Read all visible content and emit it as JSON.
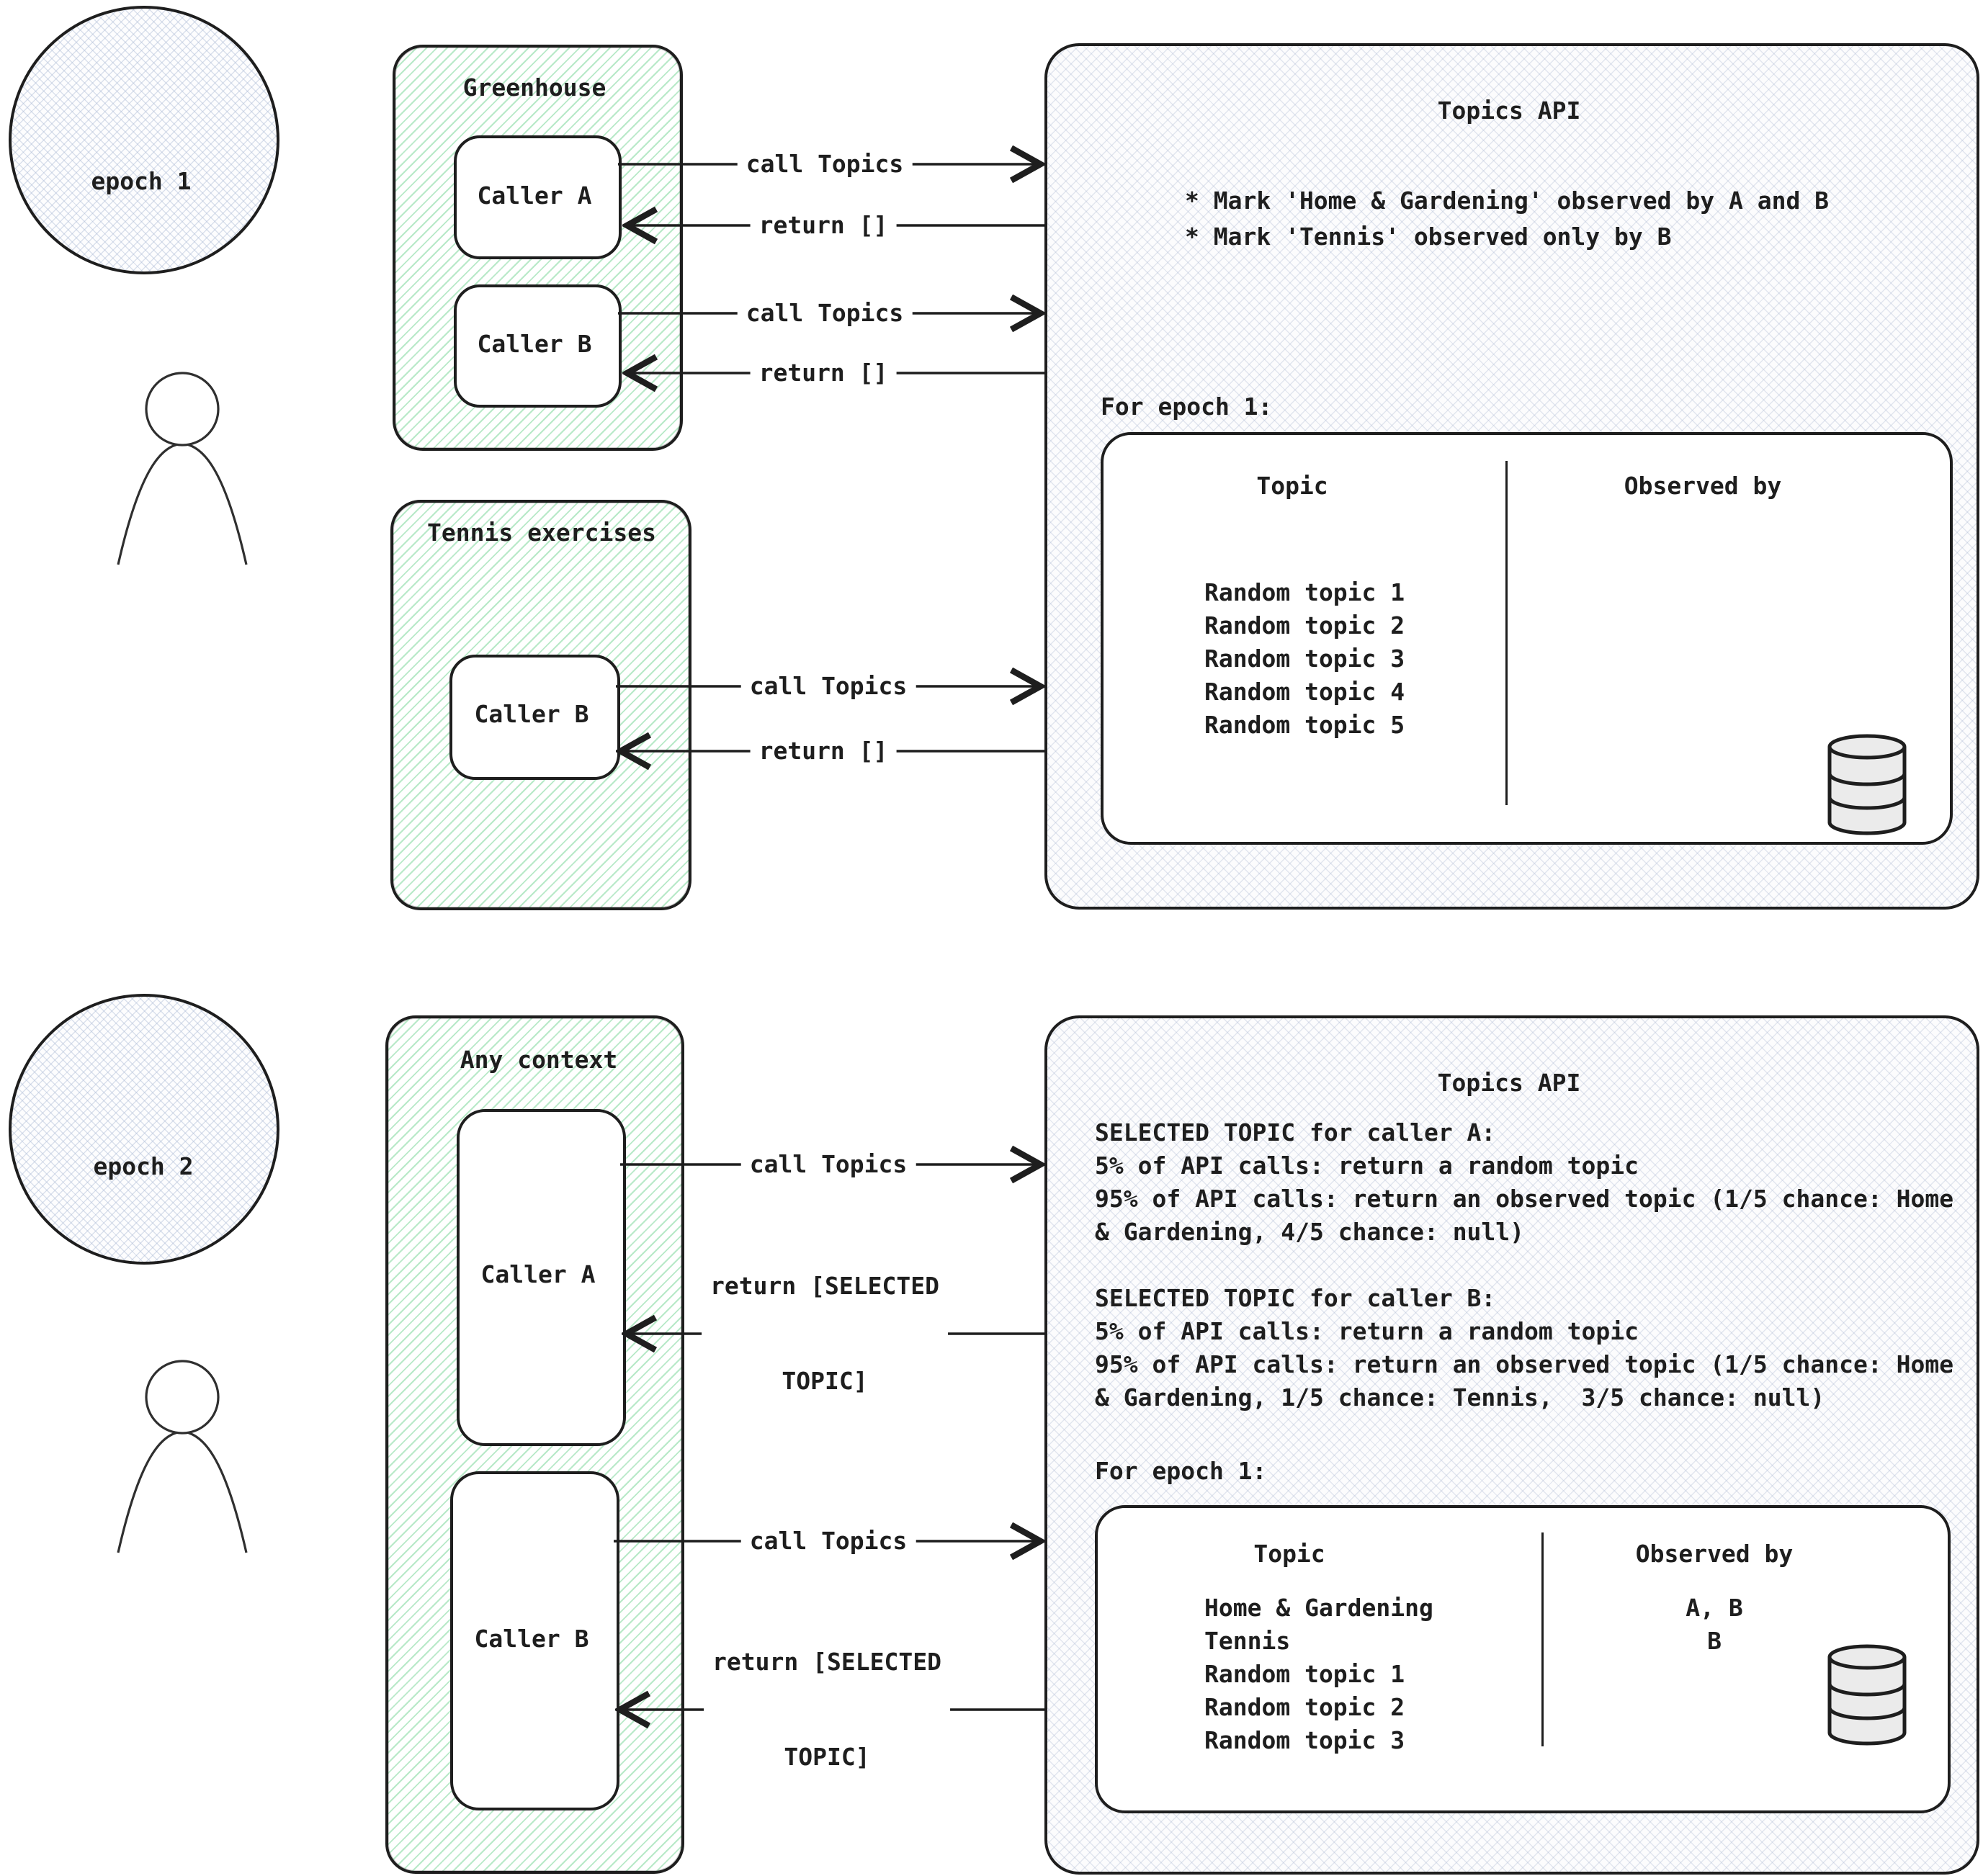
{
  "colors": {
    "stroke": "#1e1e1e",
    "green_hatch": "#7ed79b",
    "gray_hatch": "#b0bcd4",
    "db_fill": "#ebebeb"
  },
  "epoch1": {
    "badge": "epoch 1",
    "greenhouse": {
      "title": "Greenhouse",
      "callers": [
        "Caller A",
        "Caller B"
      ]
    },
    "tennis": {
      "title": "Tennis exercises",
      "caller": "Caller B"
    },
    "flows": {
      "call": "call Topics",
      "return_empty": "return []"
    },
    "api": {
      "title": "Topics API",
      "notes": [
        "* Mark 'Home & Gardening' observed by A and B",
        "* Mark 'Tennis' observed only by B"
      ],
      "epoch_heading": "For epoch 1:",
      "table": {
        "headers": [
          "Topic",
          "Observed by"
        ],
        "rows": [
          {
            "topic": "Random topic 1",
            "observed_by": ""
          },
          {
            "topic": "Random topic 2",
            "observed_by": ""
          },
          {
            "topic": "Random topic 3",
            "observed_by": ""
          },
          {
            "topic": "Random topic 4",
            "observed_by": ""
          },
          {
            "topic": "Random topic 5",
            "observed_by": ""
          }
        ]
      }
    }
  },
  "epoch2": {
    "badge": "epoch 2",
    "any_context": {
      "title": "Any context",
      "callers": [
        "Caller A",
        "Caller B"
      ]
    },
    "flows": {
      "call": "call Topics",
      "return_selected_line1": "return [SELECTED",
      "return_selected_line2": "TOPIC]"
    },
    "api": {
      "title": "Topics API",
      "selection_rules": [
        "SELECTED TOPIC for caller A:",
        "5% of API calls: return a random topic",
        "95% of API calls: return an observed topic (1/5 chance: Home",
        "& Gardening, 4/5 chance: null)",
        "",
        "SELECTED TOPIC for caller B:",
        "5% of API calls: return a random topic",
        "95% of API calls: return an observed topic (1/5 chance: Home",
        "& Gardening, 1/5 chance: Tennis,  3/5 chance: null)"
      ],
      "epoch_heading": "For epoch 1:",
      "table": {
        "headers": [
          "Topic",
          "Observed by"
        ],
        "rows": [
          {
            "topic": "Home & Gardening",
            "observed_by": "A, B"
          },
          {
            "topic": "Tennis",
            "observed_by": "B"
          },
          {
            "topic": "Random topic 1",
            "observed_by": ""
          },
          {
            "topic": "Random topic 2",
            "observed_by": ""
          },
          {
            "topic": "Random topic 3",
            "observed_by": ""
          }
        ]
      }
    }
  }
}
